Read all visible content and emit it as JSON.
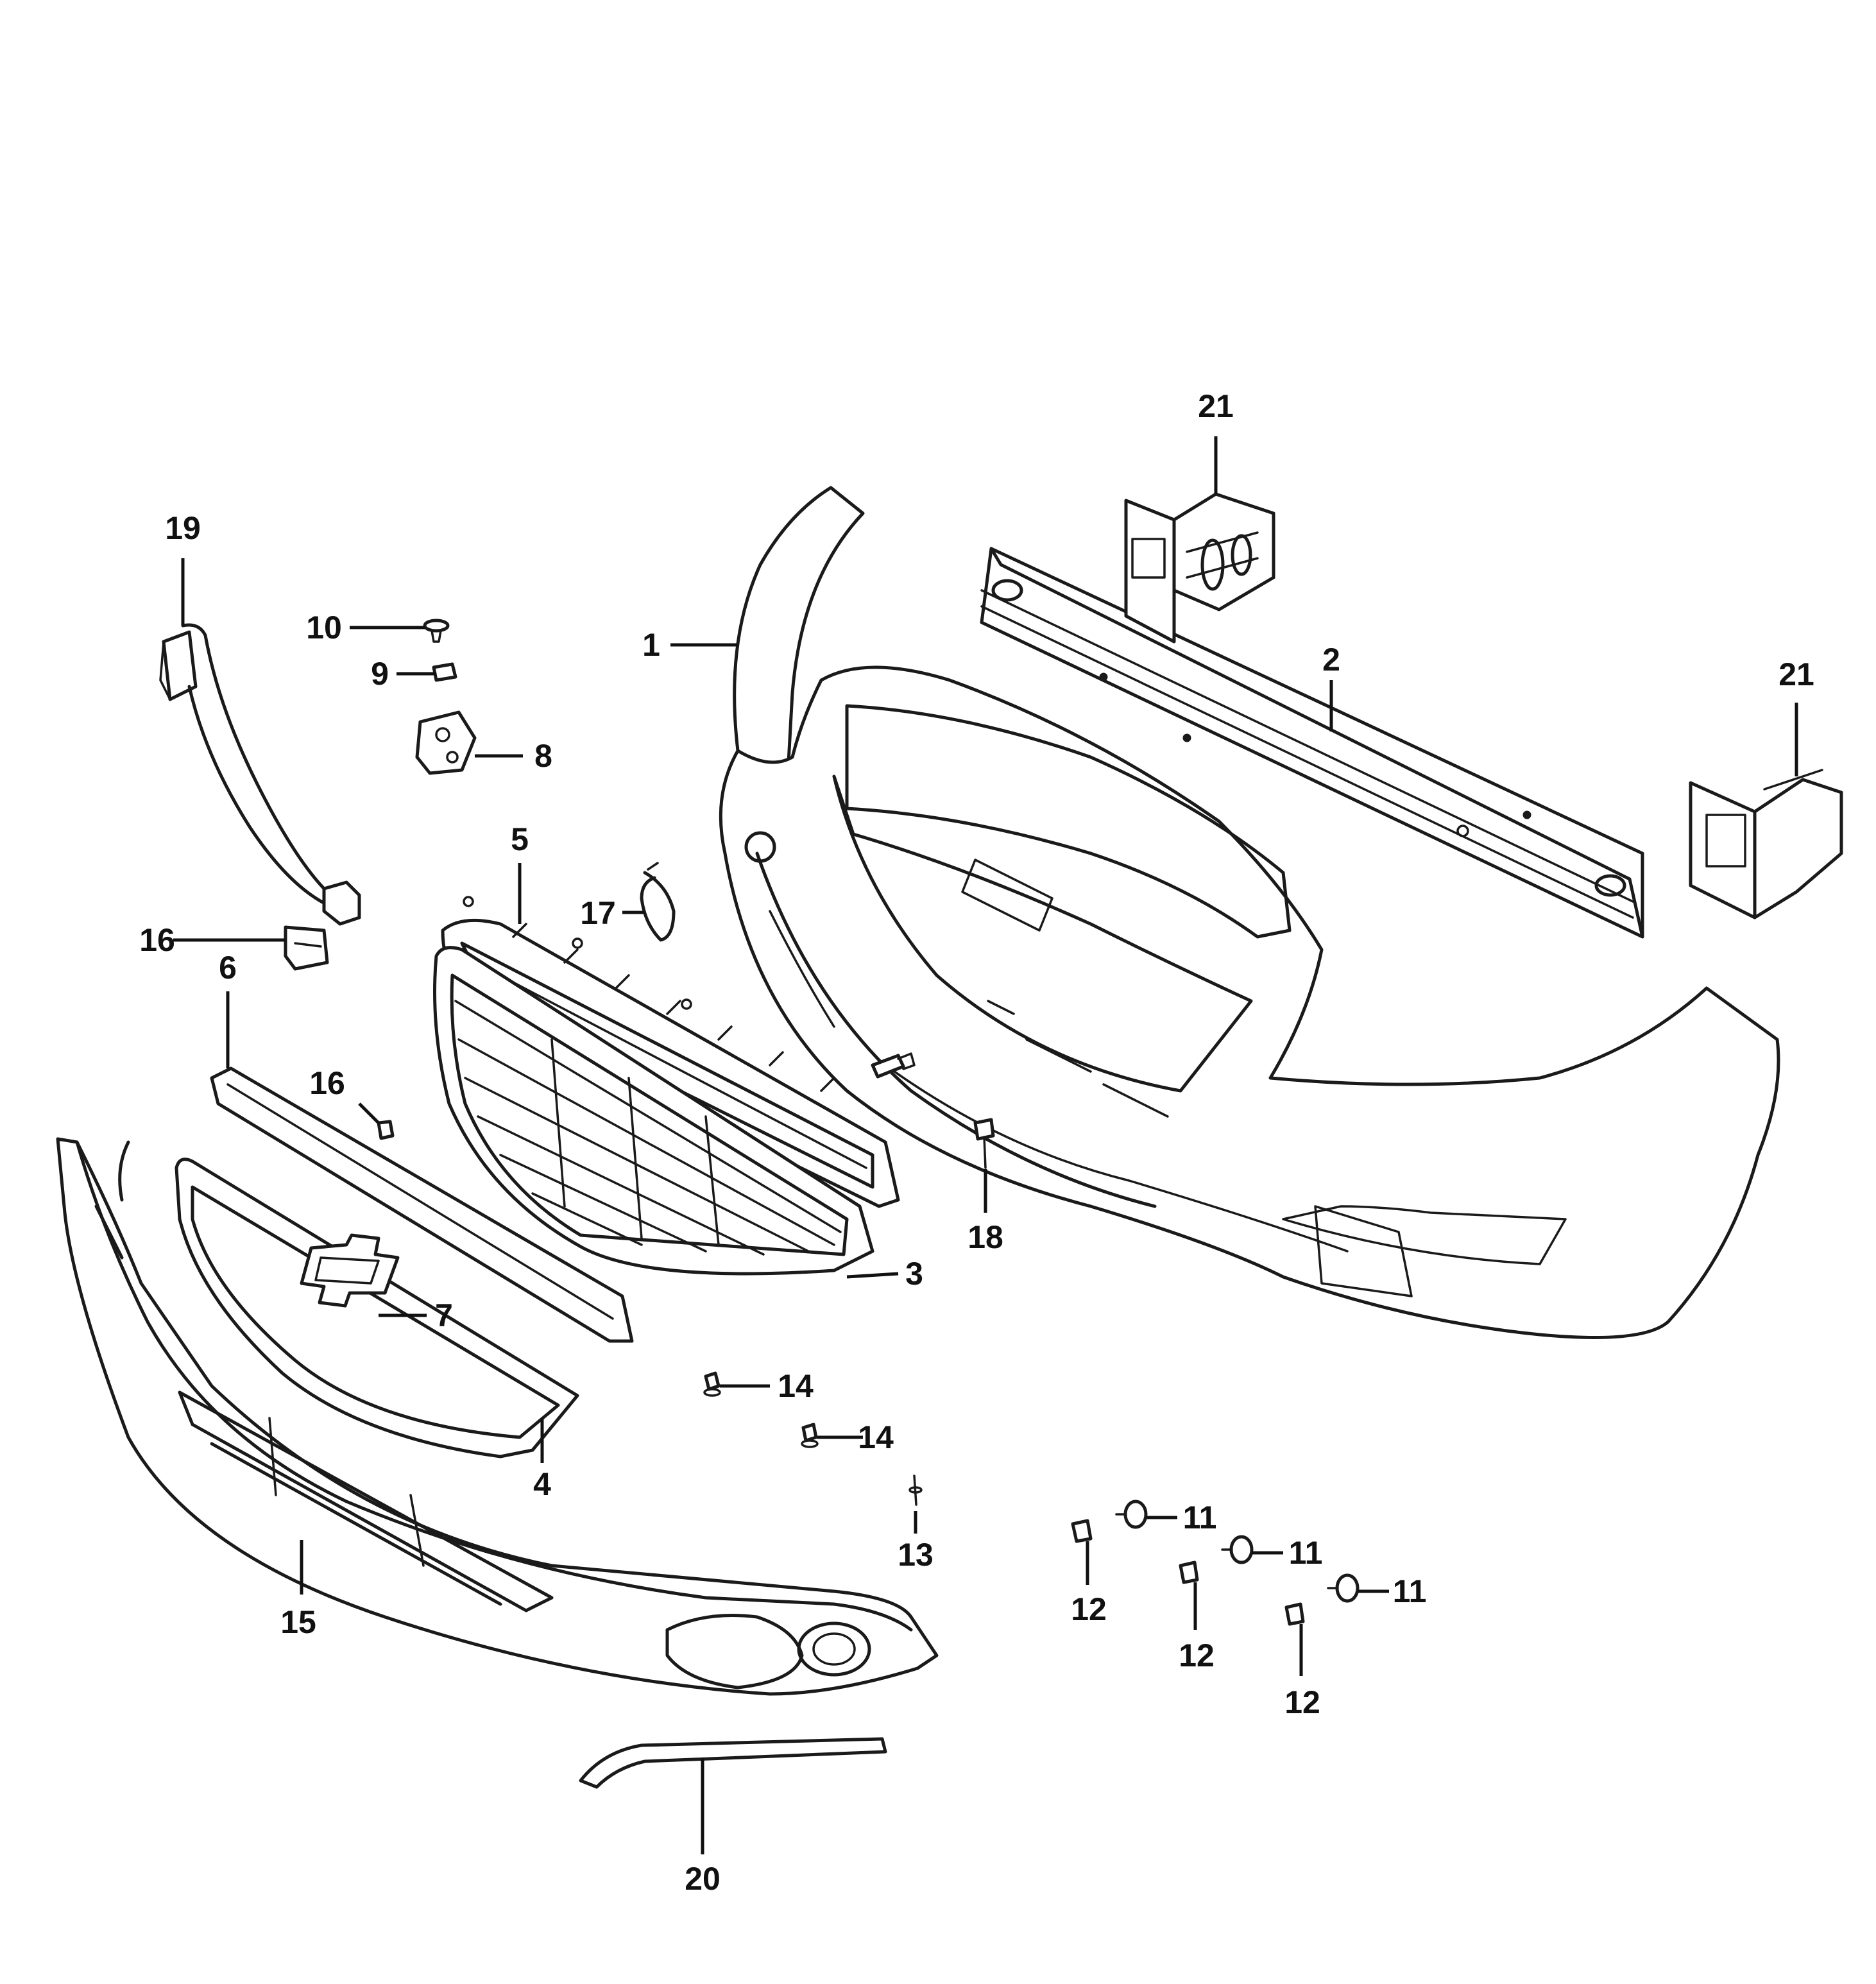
{
  "callouts": [
    {
      "id": "c1",
      "text": "1"
    },
    {
      "id": "c2",
      "text": "2"
    },
    {
      "id": "c3",
      "text": "3"
    },
    {
      "id": "c4",
      "text": "4"
    },
    {
      "id": "c5",
      "text": "5"
    },
    {
      "id": "c6",
      "text": "6"
    },
    {
      "id": "c7",
      "text": "7"
    },
    {
      "id": "c8",
      "text": "8"
    },
    {
      "id": "c9",
      "text": "9"
    },
    {
      "id": "c10",
      "text": "10"
    },
    {
      "id": "c11a",
      "text": "11"
    },
    {
      "id": "c11b",
      "text": "11"
    },
    {
      "id": "c11c",
      "text": "11"
    },
    {
      "id": "c12a",
      "text": "12"
    },
    {
      "id": "c12b",
      "text": "12"
    },
    {
      "id": "c12c",
      "text": "12"
    },
    {
      "id": "c13",
      "text": "13"
    },
    {
      "id": "c14a",
      "text": "14"
    },
    {
      "id": "c14b",
      "text": "14"
    },
    {
      "id": "c15",
      "text": "15"
    },
    {
      "id": "c16a",
      "text": "16"
    },
    {
      "id": "c16b",
      "text": "16"
    },
    {
      "id": "c17",
      "text": "17"
    },
    {
      "id": "c18",
      "text": "18"
    },
    {
      "id": "c19",
      "text": "19"
    },
    {
      "id": "c20",
      "text": "20"
    },
    {
      "id": "c21a",
      "text": "21"
    },
    {
      "id": "c21b",
      "text": "21"
    }
  ]
}
